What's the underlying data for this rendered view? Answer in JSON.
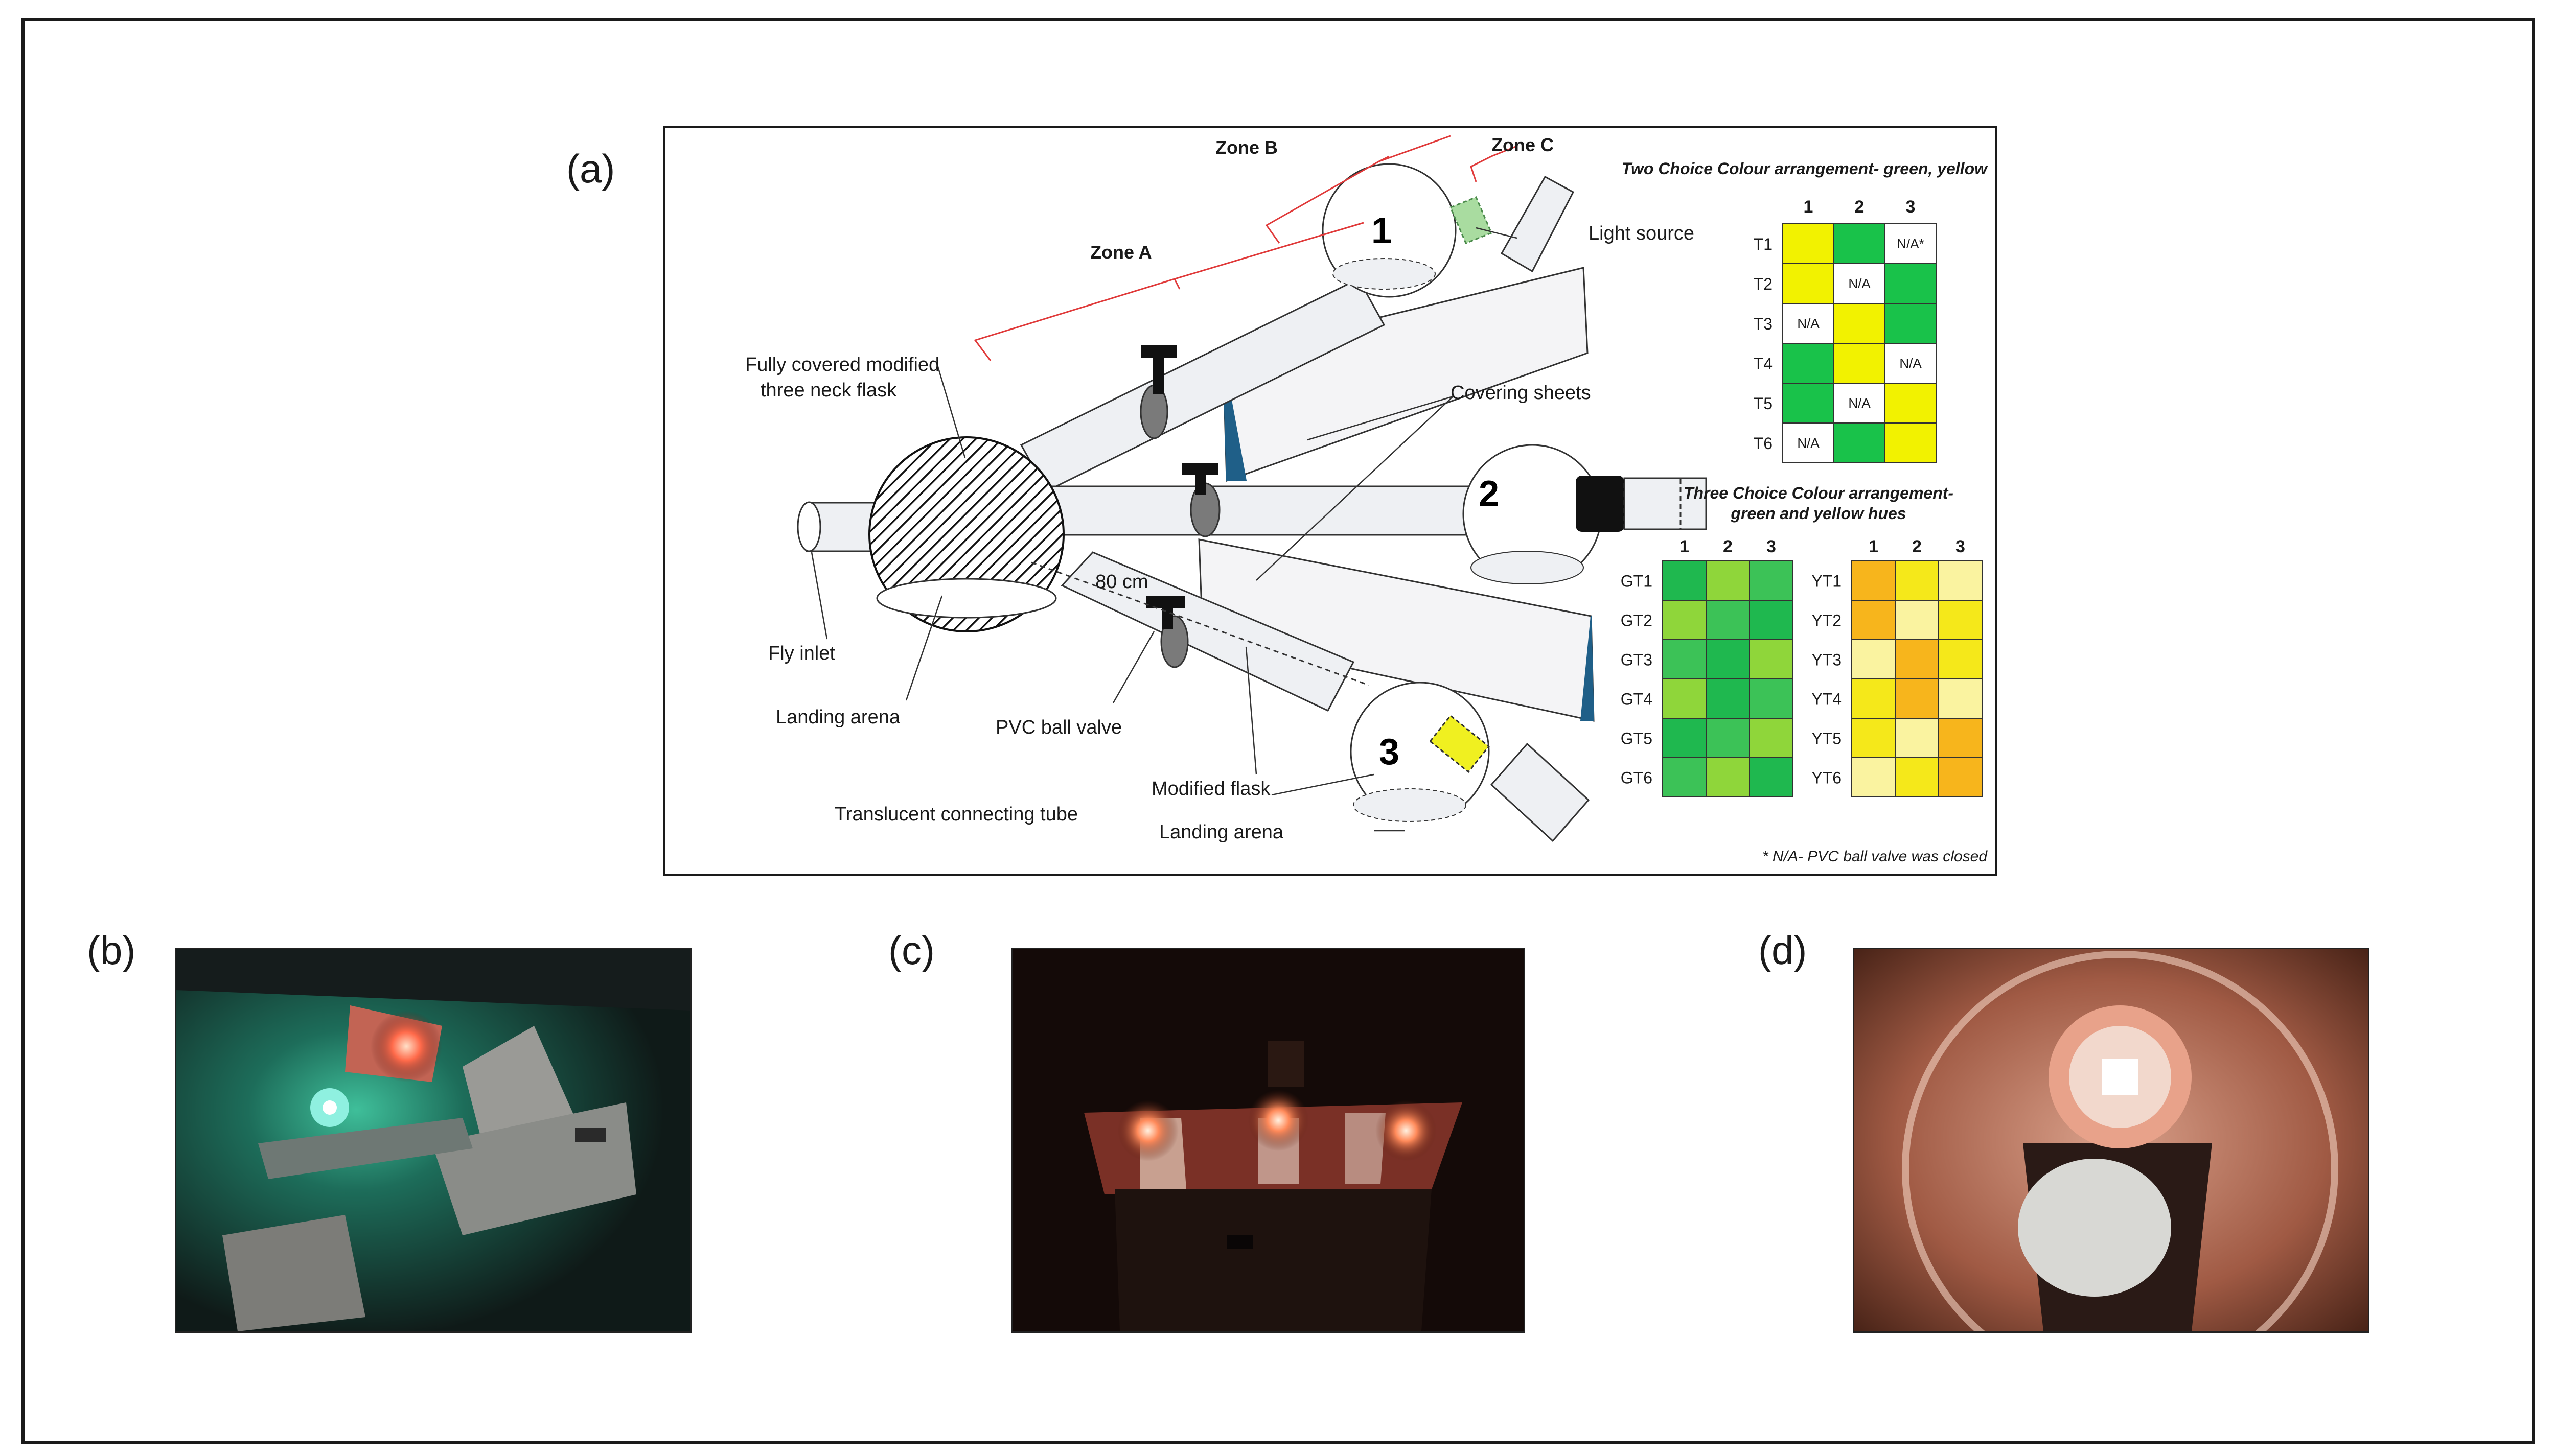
{
  "panels": {
    "a": "(a)",
    "b": "(b)",
    "c": "(c)",
    "d": "(d)"
  },
  "diagram": {
    "zone_a": "Zone A",
    "zone_b": "Zone B",
    "zone_c": "Zone C",
    "flask_numbers": [
      "1",
      "2",
      "3"
    ],
    "light_source": "Light source",
    "covered_flask_line1": "Fully covered modified",
    "covered_flask_line2": "three neck flask",
    "covering_sheets": "Covering sheets",
    "distance": "80 cm",
    "fly_inlet": "Fly inlet",
    "landing_arena": "Landing arena",
    "pvc_ball_valve": "PVC ball valve",
    "modified_flask": "Modified flask",
    "translucent_tube": "Translucent connecting tube",
    "landing_arena_2": "Landing arena",
    "footnote": "* N/A- PVC ball valve was closed"
  },
  "two_choice": {
    "title": "Two Choice Colour arrangement- green, yellow",
    "columns": [
      "1",
      "2",
      "3"
    ],
    "rows": [
      {
        "label": "T1",
        "cells": [
          "yellow",
          "green",
          "na"
        ],
        "na_text": "N/A*"
      },
      {
        "label": "T2",
        "cells": [
          "yellow",
          "na",
          "green"
        ],
        "na_text": "N/A"
      },
      {
        "label": "T3",
        "cells": [
          "na",
          "yellow",
          "green"
        ],
        "na_text": "N/A"
      },
      {
        "label": "T4",
        "cells": [
          "green",
          "yellow",
          "na"
        ],
        "na_text": "N/A"
      },
      {
        "label": "T5",
        "cells": [
          "green",
          "na",
          "yellow"
        ],
        "na_text": "N/A"
      },
      {
        "label": "T6",
        "cells": [
          "na",
          "green",
          "yellow"
        ],
        "na_text": "N/A"
      }
    ]
  },
  "three_choice": {
    "title_line1": "Three Choice Colour arrangement-",
    "title_line2": "green and yellow hues",
    "columns": [
      "1",
      "2",
      "3"
    ],
    "green_rows": [
      {
        "label": "GT1",
        "cells": [
          "g1",
          "g2",
          "g3"
        ]
      },
      {
        "label": "GT2",
        "cells": [
          "g2",
          "g3",
          "g1"
        ]
      },
      {
        "label": "GT3",
        "cells": [
          "g3",
          "g1",
          "g2"
        ]
      },
      {
        "label": "GT4",
        "cells": [
          "g2",
          "g1",
          "g3"
        ]
      },
      {
        "label": "GT5",
        "cells": [
          "g1",
          "g3",
          "g2"
        ]
      },
      {
        "label": "GT6",
        "cells": [
          "g3",
          "g2",
          "g1"
        ]
      }
    ],
    "yellow_rows": [
      {
        "label": "YT1",
        "cells": [
          "y1",
          "y2",
          "y3"
        ]
      },
      {
        "label": "YT2",
        "cells": [
          "y1",
          "y3",
          "y2"
        ]
      },
      {
        "label": "YT3",
        "cells": [
          "y3",
          "y1",
          "y2"
        ]
      },
      {
        "label": "YT4",
        "cells": [
          "y2",
          "y1",
          "y3"
        ]
      },
      {
        "label": "YT5",
        "cells": [
          "y2",
          "y3",
          "y1"
        ]
      },
      {
        "label": "YT6",
        "cells": [
          "y3",
          "y2",
          "y1"
        ]
      }
    ]
  },
  "colors": {
    "green": "#19c24a",
    "yellow": "#f2f200",
    "na": "#ffffff",
    "g1": "#1fb84f",
    "g2": "#8fd63a",
    "g3": "#3cc257",
    "y1": "#f7b51c",
    "y2": "#f5e81a",
    "y3": "#faf3a0",
    "flask_green": "#a9dca0",
    "flask_yellow": "#f0f020",
    "flask_black": "#111111",
    "valve": "#7a7a7a",
    "zone_bracket": "#e03a3a",
    "cover_wedge": "#1f5f88"
  }
}
